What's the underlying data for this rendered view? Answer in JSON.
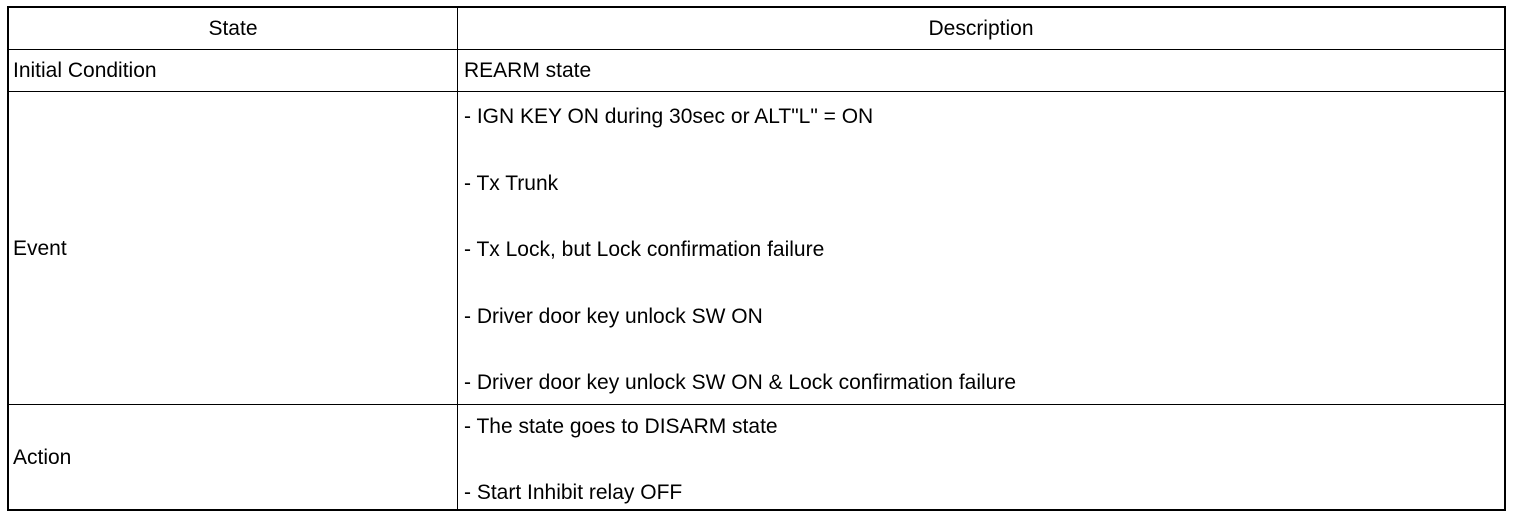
{
  "table": {
    "headers": {
      "state": "State",
      "description": "Description"
    },
    "rows": [
      {
        "state": "Initial Condition",
        "description": [
          "REARM state"
        ]
      },
      {
        "state": "Event",
        "description": [
          "- IGN KEY ON during 30sec or ALT\"L\" = ON",
          "- Tx Trunk",
          "- Tx Lock, but Lock confirmation failure",
          "- Driver door key unlock SW ON",
          "- Driver door key unlock SW ON & Lock confirmation failure"
        ]
      },
      {
        "state": "Action",
        "description": [
          "- The state goes to DISARM state",
          "- Start Inhibit relay OFF"
        ]
      }
    ]
  }
}
